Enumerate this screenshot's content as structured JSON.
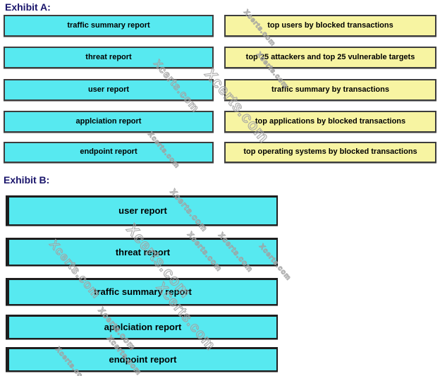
{
  "exhibit_a": {
    "heading": "Exhibit A:",
    "report_items": [
      "traffic summary report",
      "threat report",
      "user report",
      "applciation report",
      "endpoint report"
    ],
    "description_items": [
      "top users by blocked transactions",
      "top 25 attackers and top 25 vulnerable targets",
      "traffic summary by transactions",
      "top applications by blocked transactions",
      "top operating systems by blocked transactions"
    ]
  },
  "exhibit_b": {
    "heading": "Exhibit B:",
    "report_items": [
      "user report",
      "threat report",
      "traffic summary report",
      "applciation report",
      "endpoint report"
    ]
  },
  "watermark": {
    "text": "Xcerts.com"
  },
  "colors": {
    "cyan": "#57e9f0",
    "yellow": "#f7f4a2",
    "border": "#3d3d3d",
    "navy": "#1a156b",
    "text": "#000000",
    "wm": "#a0a0a0"
  }
}
